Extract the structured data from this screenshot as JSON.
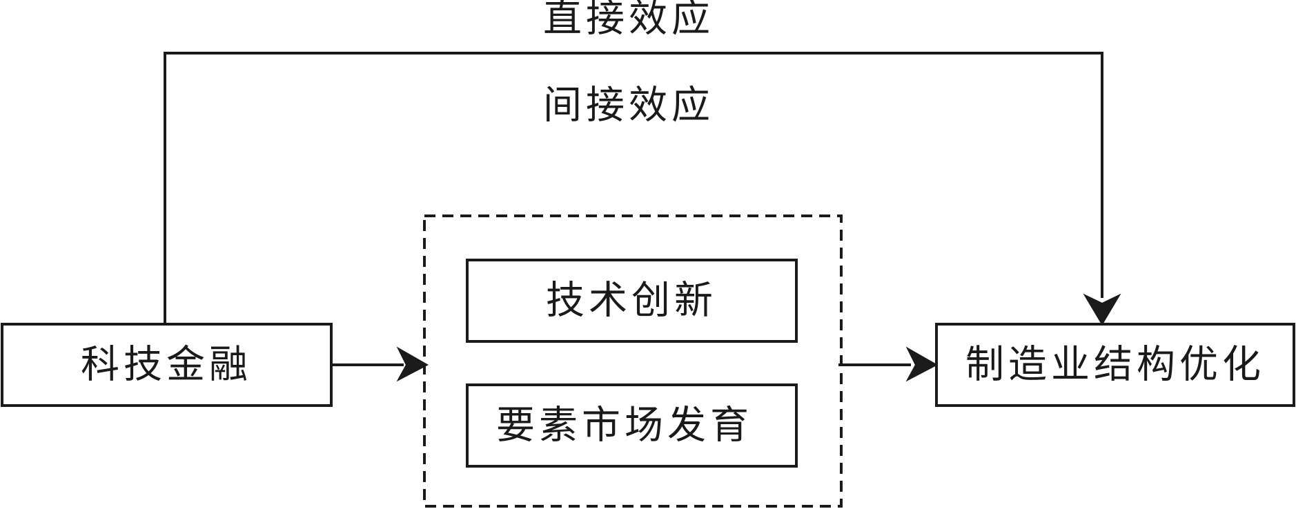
{
  "nodes": {
    "source": "科技金融",
    "mediator_1": "技术创新",
    "mediator_2": "要素市场发育",
    "target": "制造业结构优化"
  },
  "edges": {
    "direct_effect": "直接效应",
    "indirect_effect": "间接效应"
  },
  "colors": {
    "stroke": "#1a1a1a",
    "background": "#ffffff"
  }
}
